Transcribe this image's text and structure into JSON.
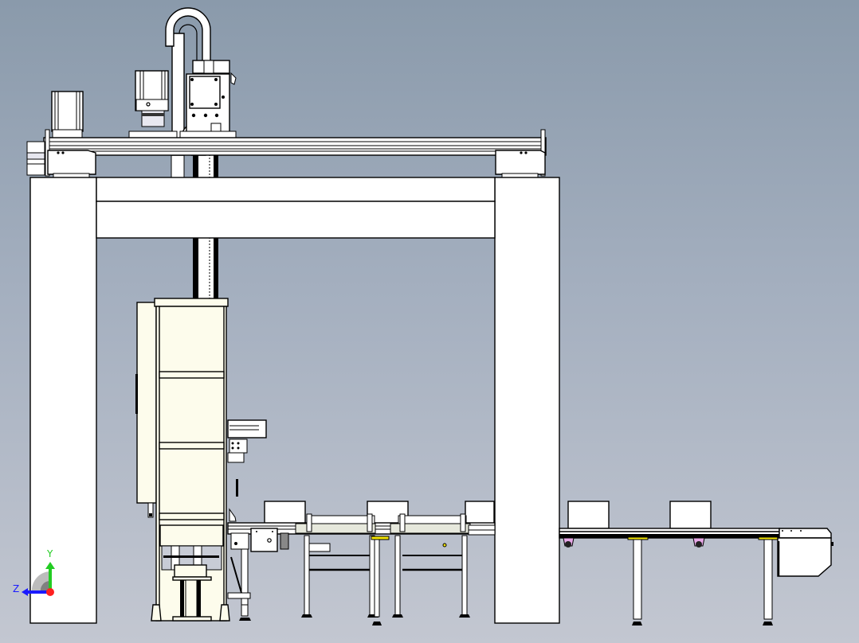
{
  "viewport": {
    "type": "cad-3d-viewport",
    "view": "front",
    "background_top": "#8a9aab",
    "background_bottom": "#c3c7d1",
    "model_description": "Gantry palletizer with conveyors and boxes"
  },
  "triad": {
    "y_label": "Y",
    "z_label": "Z",
    "y_color": "#22cc22",
    "z_color": "#1a1aff",
    "origin_color": "#ff2020"
  },
  "model": {
    "gantry": {
      "label": "gantry-frame",
      "posts": 2,
      "beams": 2
    },
    "x_axis_rail": {
      "motors": 2
    },
    "z_axis_column": {
      "cable_chain": true
    },
    "pallet_stacker": {
      "panels": 4,
      "color": "#fdfcec"
    },
    "conveyor_sections": 4,
    "boxes": 5,
    "accent_colors": {
      "yellow": "#f5e600",
      "pink": "#e8a8e8"
    }
  }
}
